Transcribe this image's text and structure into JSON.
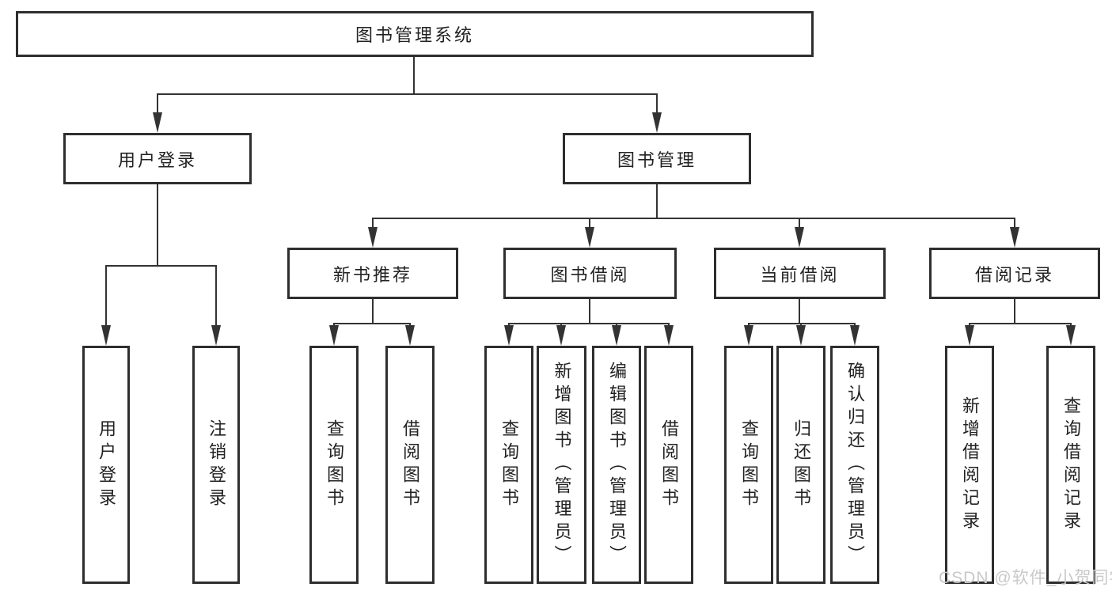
{
  "diagram": {
    "root": {
      "label": "图书管理系统"
    },
    "branches": [
      {
        "label": "用户登录",
        "children": [
          "用户登录",
          "注销登录"
        ]
      },
      {
        "label": "图书管理",
        "children": [
          {
            "label": "新书推荐",
            "children": [
              "查询图书",
              "借阅图书"
            ]
          },
          {
            "label": "图书借阅",
            "children": [
              "查询图书",
              "新增图书（管理员）",
              "编辑图书（管理员）",
              "借阅图书"
            ]
          },
          {
            "label": "当前借阅",
            "children": [
              "查询图书",
              "归还图书",
              "确认归还（管理员）"
            ]
          },
          {
            "label": "借阅记录",
            "children": [
              "新增借阅记录",
              "查询借阅记录"
            ]
          }
        ]
      }
    ]
  },
  "watermark": "CSDN @软件_小贺同学",
  "colors": {
    "line": "#333333",
    "box_border": "#2e2e2e",
    "text": "#222222",
    "watermark": "#c9c9c9",
    "background": "#ffffff"
  }
}
